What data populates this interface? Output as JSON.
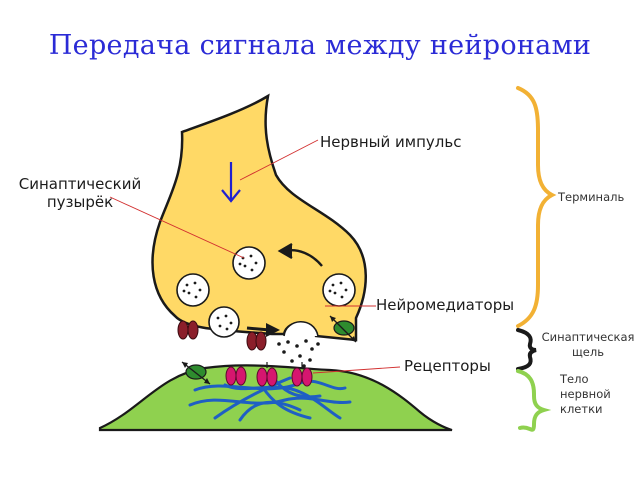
{
  "title": "Передача сигнала между нейронами",
  "labels": {
    "nerve_impulse": "Нервный импульс",
    "synaptic_vesicle_line1": "Синаптический",
    "synaptic_vesicle_line2": "пузырёк",
    "neurotransmitters": "Нейромедиаторы",
    "receptors": "Рецепторы",
    "terminal": "Терминаль",
    "synaptic_cleft_line1": "Синаптическая",
    "synaptic_cleft_line2": "щель",
    "cell_body_line1": "Тело",
    "cell_body_line2": "нервной",
    "cell_body_line3": "клетки"
  },
  "colors": {
    "title": "#2b2bd6",
    "terminal_fill": "#ffd966",
    "cell_body_fill": "#8fd14f",
    "brace_terminal": "#f2b134",
    "brace_cleft": "#1a1a1a",
    "brace_cell": "#8fd14f",
    "receptor_pre": "#8b1e2a",
    "receptor_post": "#d6166f",
    "transporter": "#2e8b2e",
    "cytoskeleton": "#1f5fc4",
    "impulse_arrow": "#2020d0",
    "pointer_line": "#d23030"
  }
}
